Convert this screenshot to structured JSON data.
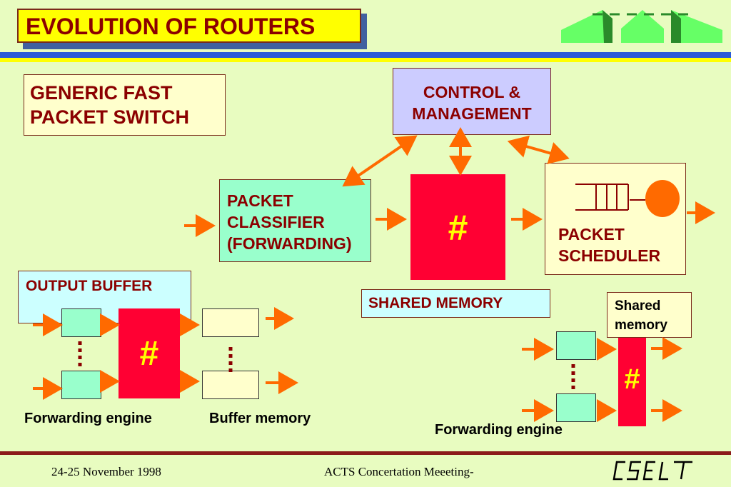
{
  "slide": {
    "title": "EVOLUTION OF ROUTERS",
    "subtitle_lines": [
      "GENERIC FAST",
      "PACKET SWITCH"
    ],
    "control_lines": [
      "CONTROL &",
      "MANAGEMENT"
    ],
    "classifier_lines": [
      "PACKET",
      "CLASSIFIER",
      "(FORWARDING)"
    ],
    "memory_symbol": "#",
    "scheduler_lines": [
      "PACKET",
      "SCHEDULER"
    ],
    "output_buffer_label": "OUTPUT BUFFER",
    "shared_memory_label": "SHARED MEMORY",
    "shared_memory_small_lines": [
      "Shared",
      "memory"
    ],
    "forwarding_engine_label_left": "Forwarding engine",
    "buffer_memory_label": "Buffer memory",
    "forwarding_engine_label_right": "Forwarding engine"
  },
  "footer": {
    "date": "24-25 November 1998",
    "event": "ACTS Concertation Meeeting-",
    "logo_text": "CSELT"
  },
  "colors": {
    "title_bg": "#ffff00",
    "text_dark_red": "#8b0000",
    "arrow_orange": "#ff6a00",
    "memory_red": "#ff0033",
    "background": "#e8fcc0"
  }
}
